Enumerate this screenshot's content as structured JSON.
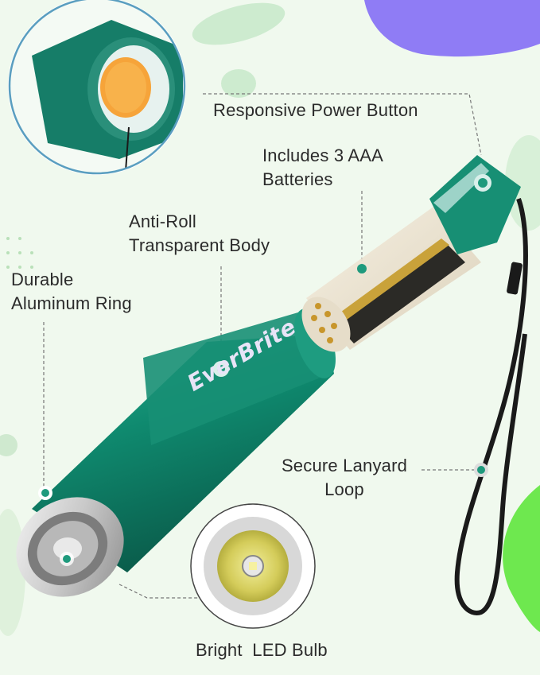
{
  "brand": {
    "name": "EverBrite",
    "accent_color": "#1f9a7d",
    "body_color": "#13806a",
    "marker_color": "#1f9a7d"
  },
  "callouts": [
    {
      "id": "power-button",
      "line1": "Responsive Power Button",
      "line2": ""
    },
    {
      "id": "batteries",
      "line1": "Includes 3 AAA",
      "line2": "Batteries"
    },
    {
      "id": "transparent-body",
      "line1": "Anti-Roll",
      "line2": "Transparent Body"
    },
    {
      "id": "aluminum-ring",
      "line1": "Durable",
      "line2": "Aluminum Ring"
    },
    {
      "id": "lanyard",
      "line1": "Secure Lanyard",
      "line2": "Loop"
    },
    {
      "id": "led-bulb",
      "line1": "Bright  LED Bulb",
      "line2": ""
    }
  ],
  "battery_label": "AAA",
  "decor": {
    "purple_blob": "#8f7cf5",
    "lime_blob": "#6ee84f",
    "leaf_color": "#b9e3bd"
  }
}
